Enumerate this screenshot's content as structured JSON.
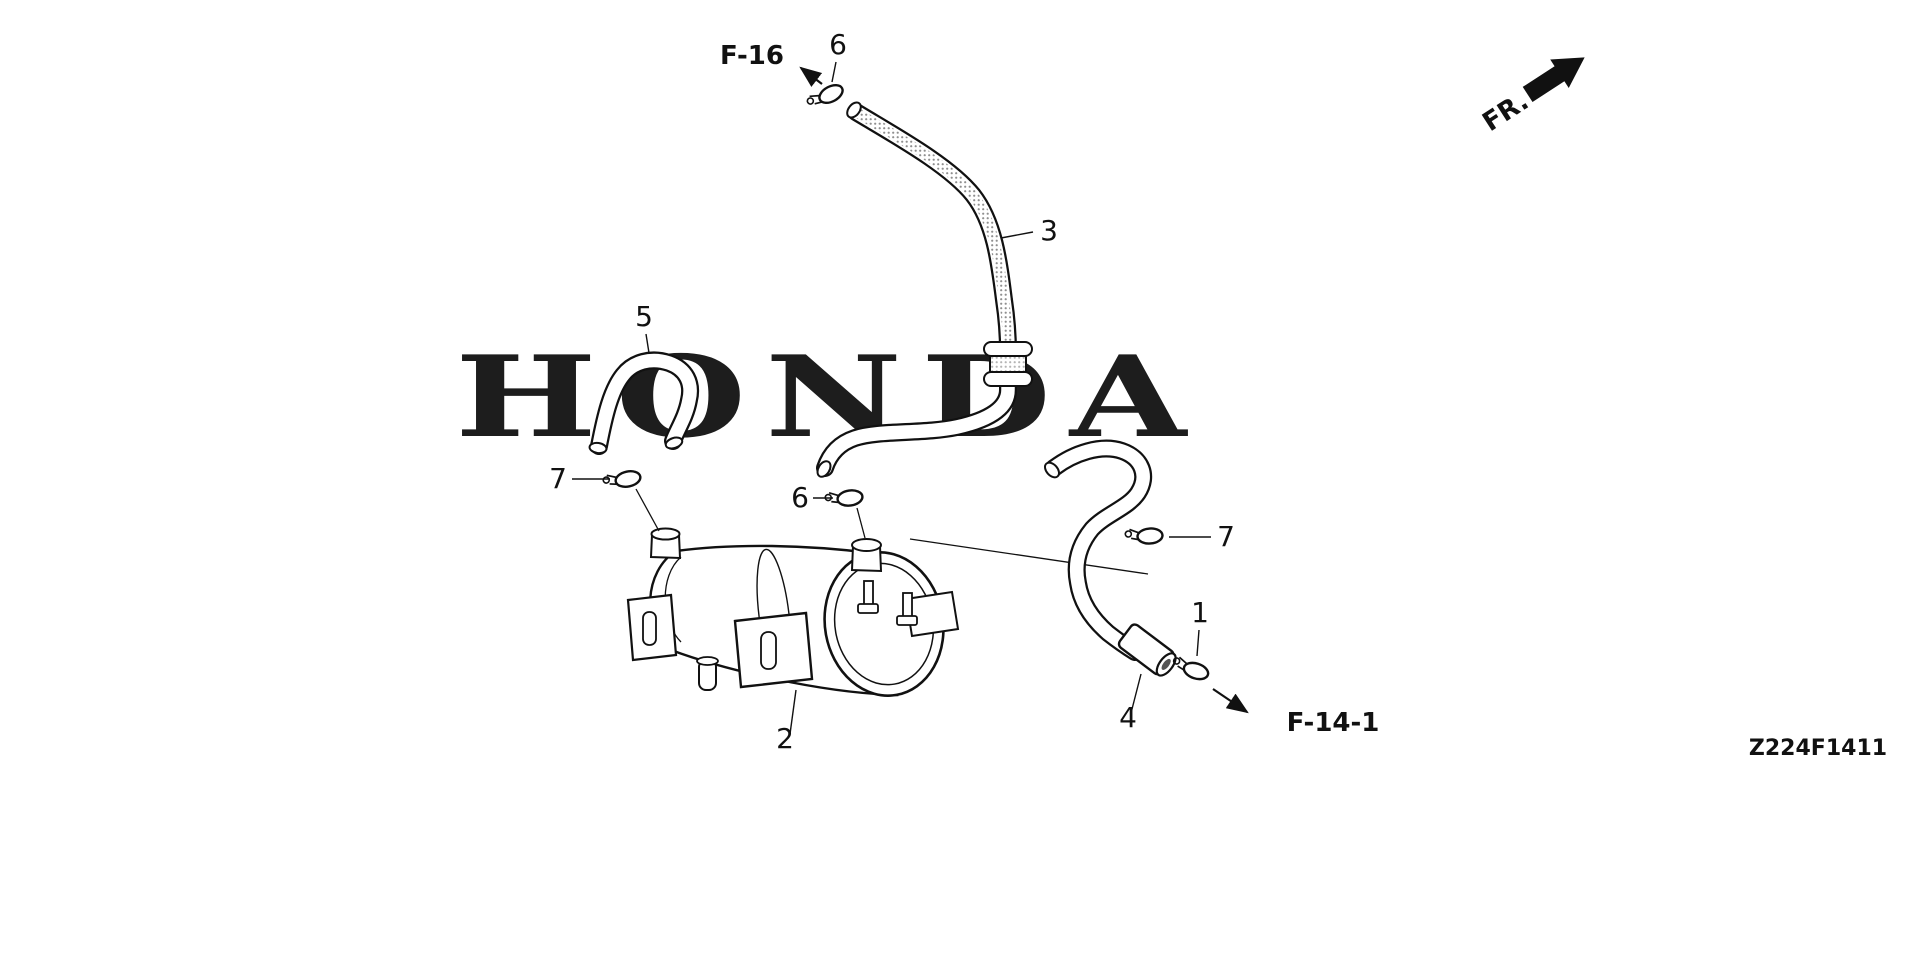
{
  "figure": {
    "watermark": "HONDA",
    "code": "Z224F1411",
    "front_label": "FR.",
    "references": {
      "f16": "F-16",
      "f14_1": "F-14-1"
    },
    "callouts": {
      "clamp_top": "6",
      "upper_hose": "3",
      "left_hose": "5",
      "left_clamp": "7",
      "mid_clamp": "6",
      "canister": "2",
      "right_clamp": "7",
      "right_hose": "4",
      "outlet_clamp": "1"
    }
  }
}
